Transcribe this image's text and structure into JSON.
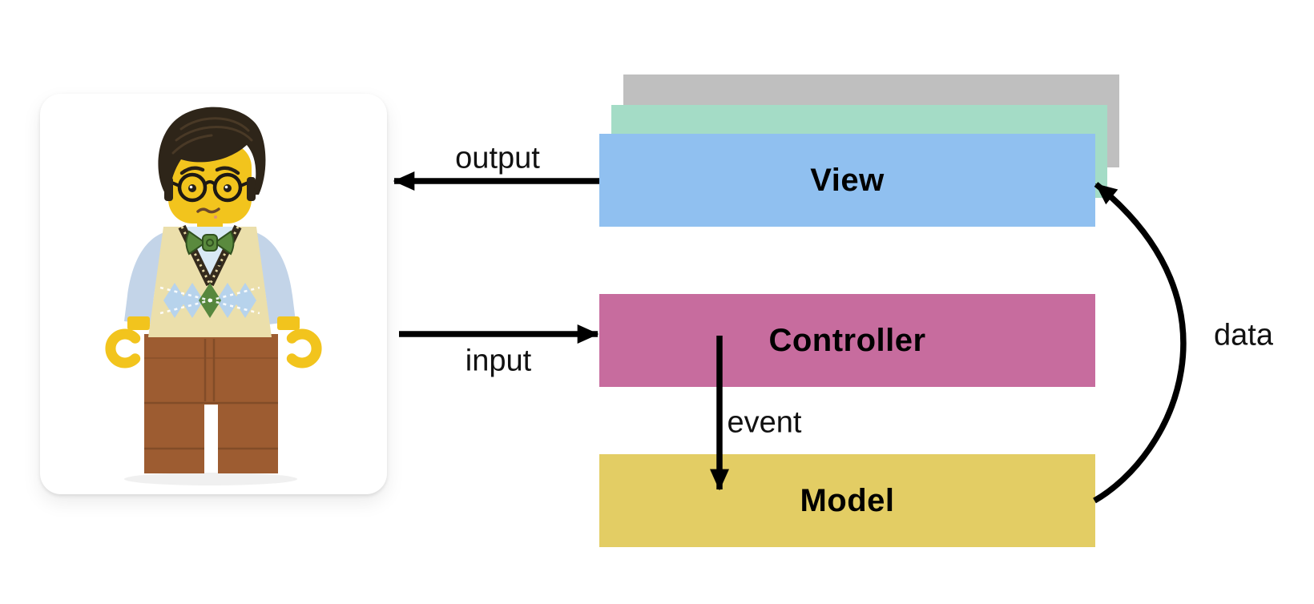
{
  "user": {
    "figure_name": "lego-minifigure-user"
  },
  "diagram": {
    "boxes": {
      "view": {
        "label": "View",
        "color": "#90c0f0"
      },
      "view_layer2": {
        "color": "#a4dcc6"
      },
      "view_layer3": {
        "color": "#bfbfbf"
      },
      "controller": {
        "label": "Controller",
        "color": "#c76c9e"
      },
      "model": {
        "label": "Model",
        "color": "#e3cd64"
      }
    },
    "arrows": {
      "output": {
        "label": "output"
      },
      "input": {
        "label": "input"
      },
      "event": {
        "label": "event"
      },
      "data": {
        "label": "data"
      }
    },
    "arrow_color": "#000000",
    "label_color": "#000000"
  }
}
